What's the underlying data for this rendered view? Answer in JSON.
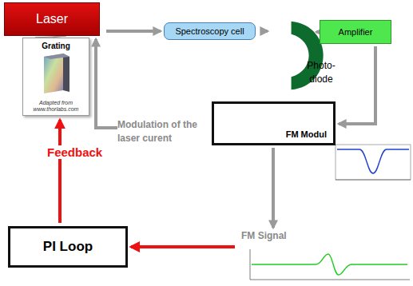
{
  "diagram": {
    "nodes": [
      {
        "text": [
          "Laser"
        ]
      },
      {
        "text": [
          "Grating",
          "Adapted from www.thorlabs.com"
        ]
      },
      {
        "text": [
          "Spectroscopy cell"
        ]
      },
      {
        "text": [
          "Photo- diode"
        ]
      },
      {
        "text": [
          "Amplifier"
        ]
      },
      {
        "text": [
          "FM Modul"
        ]
      },
      {
        "text": [
          "PI Loop"
        ]
      }
    ],
    "edges": [
      {
        "from": 0,
        "to": 1,
        "arrow": "none"
      },
      {
        "from": 0,
        "to": 2,
        "arrow": "to"
      },
      {
        "from": 2,
        "to": 3,
        "arrow": "to"
      },
      {
        "from": 3,
        "to": 4,
        "arrow": "to"
      },
      {
        "from": 4,
        "to": 5,
        "arrow": "to"
      },
      {
        "from": 5,
        "to": 0,
        "arrow": "to",
        "label": "Modulation of the laser curent"
      },
      {
        "from": 5,
        "to": 6,
        "arrow": "to",
        "label": "FM Signal"
      },
      {
        "from": 6,
        "to": 1,
        "arrow": "to",
        "label": "Feedback"
      }
    ]
  }
}
